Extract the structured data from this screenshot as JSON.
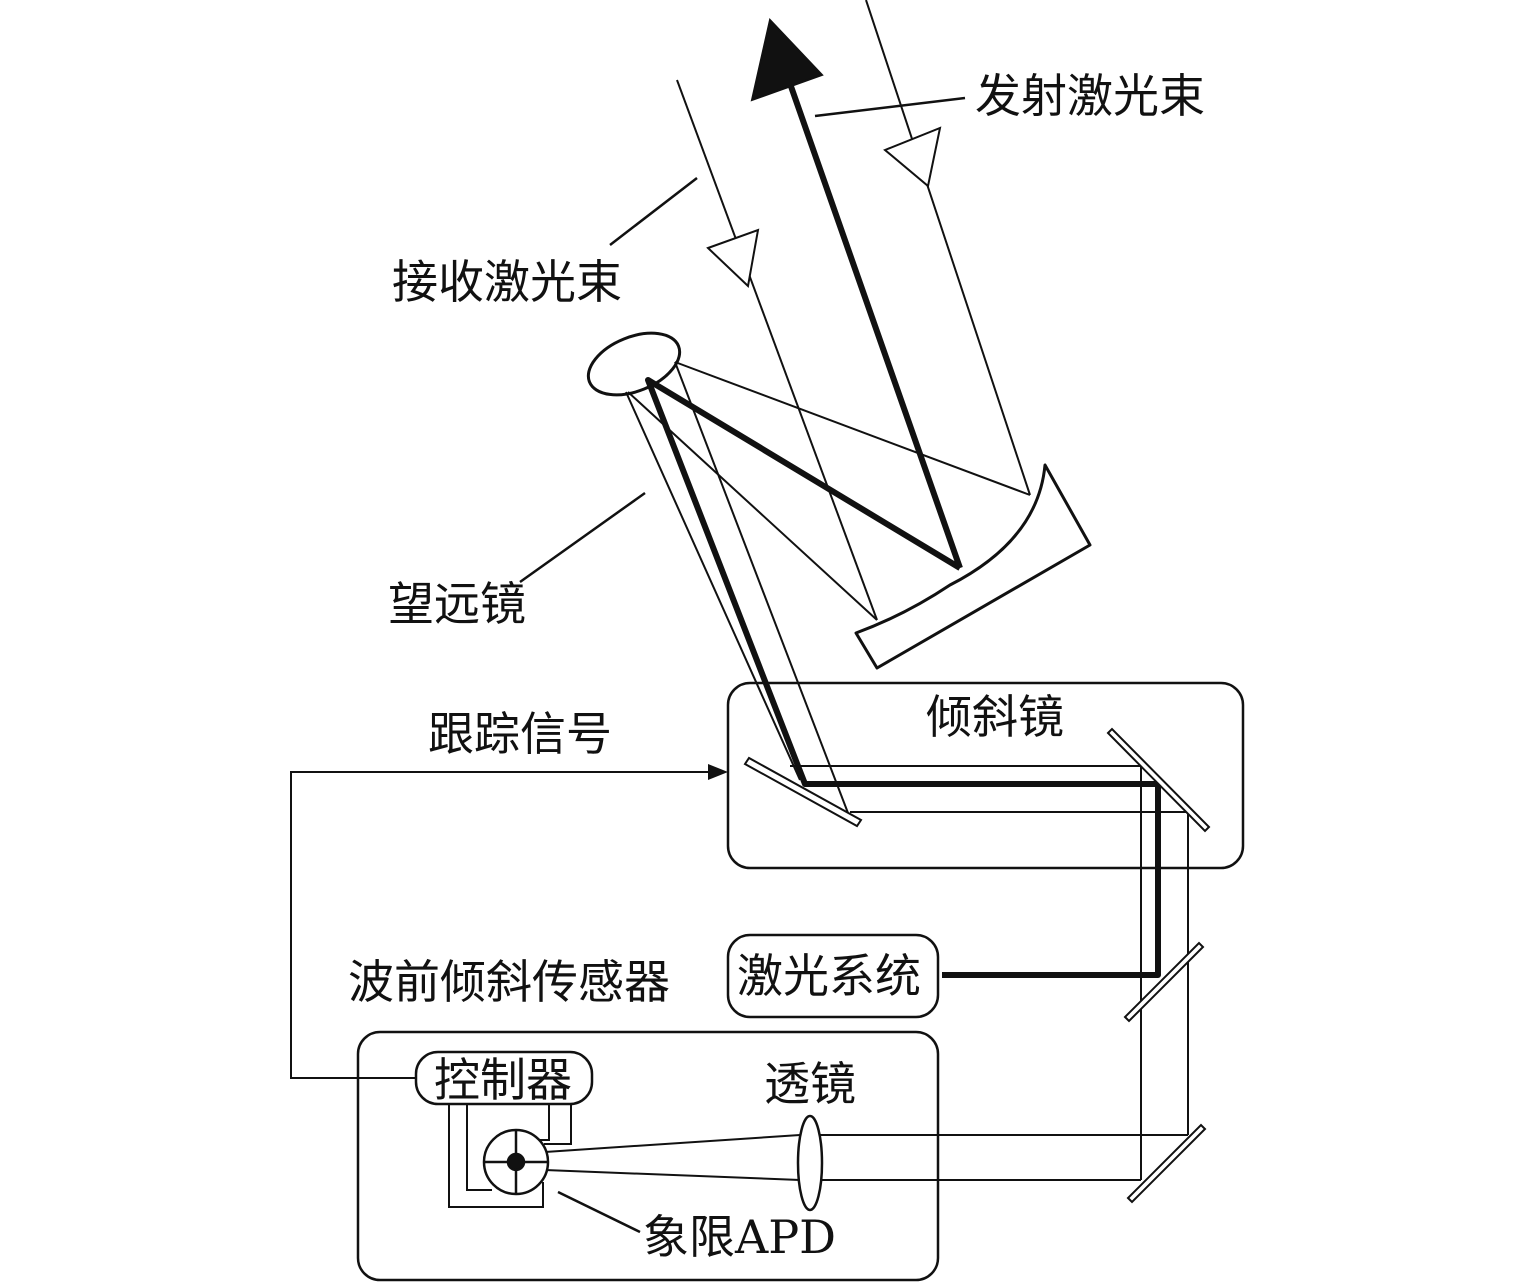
{
  "labels": {
    "emit_beam": "发射激光束",
    "receive_beam": "接收激光束",
    "telescope": "望远镜",
    "tilt_mirror": "倾斜镜",
    "tracking_signal": "跟踪信号",
    "wavefront_sensor": "波前倾斜传感器",
    "laser_system": "激光系统",
    "controller": "控制器",
    "lens": "透镜",
    "quadrant_apd": "象限APD"
  },
  "colors": {
    "ink": "#111111",
    "background": "#ffffff"
  }
}
